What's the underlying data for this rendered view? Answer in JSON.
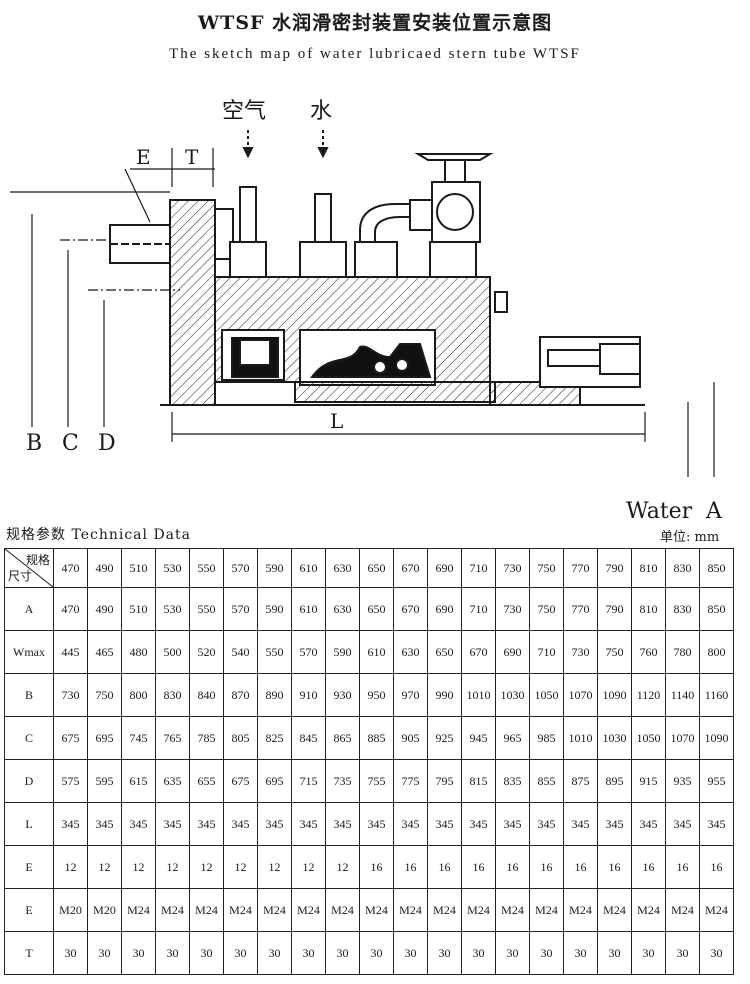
{
  "title": {
    "cn": "WTSF 水润滑密封装置安装位置示意图",
    "en": "The sketch map of water lubricaed stern tube WTSF"
  },
  "diagram": {
    "labels": {
      "air": "空气",
      "water_cn": "水",
      "E": "E",
      "T": "T",
      "L": "L",
      "B": "B",
      "C": "C",
      "D": "D",
      "water_en": "Water",
      "A": "A"
    }
  },
  "spec": {
    "label": "规格参数   Technical Data",
    "unit": "单位: mm"
  },
  "table": {
    "corner_top": "规格",
    "corner_bottom": "尺寸",
    "header": [
      "470",
      "490",
      "510",
      "530",
      "550",
      "570",
      "590",
      "610",
      "630",
      "650",
      "670",
      "690",
      "710",
      "730",
      "750",
      "770",
      "790",
      "810",
      "830",
      "850"
    ],
    "rows": [
      {
        "label": "A",
        "values": [
          "470",
          "490",
          "510",
          "530",
          "550",
          "570",
          "590",
          "610",
          "630",
          "650",
          "670",
          "690",
          "710",
          "730",
          "750",
          "770",
          "790",
          "810",
          "830",
          "850"
        ]
      },
      {
        "label": "Wmax",
        "values": [
          "445",
          "465",
          "480",
          "500",
          "520",
          "540",
          "550",
          "570",
          "590",
          "610",
          "630",
          "650",
          "670",
          "690",
          "710",
          "730",
          "750",
          "760",
          "780",
          "800"
        ]
      },
      {
        "label": "B",
        "values": [
          "730",
          "750",
          "800",
          "830",
          "840",
          "870",
          "890",
          "910",
          "930",
          "950",
          "970",
          "990",
          "1010",
          "1030",
          "1050",
          "1070",
          "1090",
          "1120",
          "1140",
          "1160"
        ]
      },
      {
        "label": "C",
        "values": [
          "675",
          "695",
          "745",
          "765",
          "785",
          "805",
          "825",
          "845",
          "865",
          "885",
          "905",
          "925",
          "945",
          "965",
          "985",
          "1010",
          "1030",
          "1050",
          "1070",
          "1090"
        ]
      },
      {
        "label": "D",
        "values": [
          "575",
          "595",
          "615",
          "635",
          "655",
          "675",
          "695",
          "715",
          "735",
          "755",
          "775",
          "795",
          "815",
          "835",
          "855",
          "875",
          "895",
          "915",
          "935",
          "955"
        ]
      },
      {
        "label": "L",
        "values": [
          "345",
          "345",
          "345",
          "345",
          "345",
          "345",
          "345",
          "345",
          "345",
          "345",
          "345",
          "345",
          "345",
          "345",
          "345",
          "345",
          "345",
          "345",
          "345",
          "345"
        ]
      },
      {
        "label": "E",
        "values": [
          "12",
          "12",
          "12",
          "12",
          "12",
          "12",
          "12",
          "12",
          "12",
          "16",
          "16",
          "16",
          "16",
          "16",
          "16",
          "16",
          "16",
          "16",
          "16",
          "16"
        ]
      },
      {
        "label": "E",
        "values": [
          "M20",
          "M20",
          "M24",
          "M24",
          "M24",
          "M24",
          "M24",
          "M24",
          "M24",
          "M24",
          "M24",
          "M24",
          "M24",
          "M24",
          "M24",
          "M24",
          "M24",
          "M24",
          "M24",
          "M24"
        ]
      },
      {
        "label": "T",
        "values": [
          "30",
          "30",
          "30",
          "30",
          "30",
          "30",
          "30",
          "30",
          "30",
          "30",
          "30",
          "30",
          "30",
          "30",
          "30",
          "30",
          "30",
          "30",
          "30",
          "30"
        ]
      }
    ]
  }
}
